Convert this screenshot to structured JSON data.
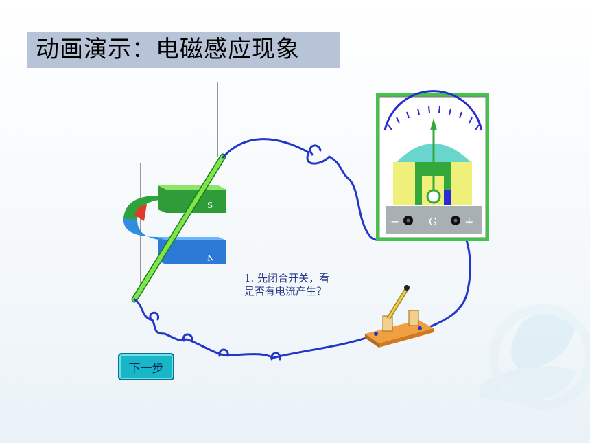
{
  "title": "动画演示：电磁感应现象",
  "question": {
    "line1": "1. 先闭合开关，看",
    "line2": "是否有电流产生？"
  },
  "next_button": "下一步",
  "magnet": {
    "south_label": "S",
    "north_label": "N"
  },
  "galvanometer": {
    "minus_label": "−",
    "center_label": "G",
    "plus_label": "+"
  },
  "colors": {
    "title_bg": "#b7c3d7",
    "wire": "#2236c8",
    "magnet_top": "#2f9a3a",
    "magnet_bottom": "#2f7fd8",
    "rod": "#7ee64a",
    "button": "#19b6c8"
  }
}
